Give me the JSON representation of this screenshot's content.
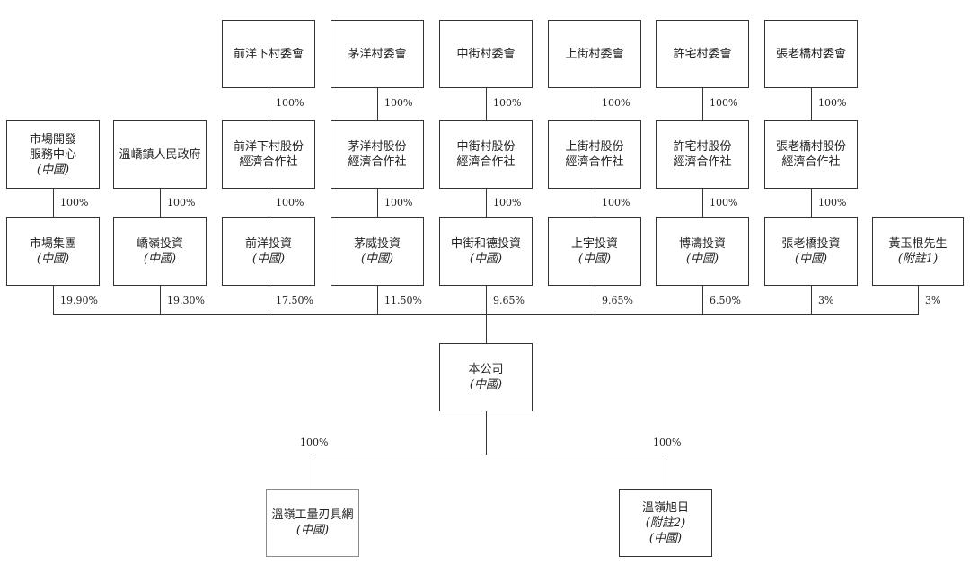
{
  "top_row": [
    {
      "name": "前洋下村委會"
    },
    {
      "name": "茅洋村委會"
    },
    {
      "name": "中街村委會"
    },
    {
      "name": "上街村委會"
    },
    {
      "name": "許宅村委會"
    },
    {
      "name": "張老橋村委會"
    }
  ],
  "top_pcts": [
    "100%",
    "100%",
    "100%",
    "100%",
    "100%",
    "100%"
  ],
  "second_row": [
    {
      "line1": "市場開發",
      "line2": "服務中心",
      "sub": "(中國)"
    },
    {
      "line1": "溫嶠鎮人民政府",
      "line2": "",
      "sub": ""
    },
    {
      "line1": "前洋下村股份",
      "line2": "經濟合作社",
      "sub": ""
    },
    {
      "line1": "茅洋村股份",
      "line2": "經濟合作社",
      "sub": ""
    },
    {
      "line1": "中街村股份",
      "line2": "經濟合作社",
      "sub": ""
    },
    {
      "line1": "上街村股份",
      "line2": "經濟合作社",
      "sub": ""
    },
    {
      "line1": "許宅村股份",
      "line2": "經濟合作社",
      "sub": ""
    },
    {
      "line1": "張老橋村股份",
      "line2": "經濟合作社",
      "sub": ""
    }
  ],
  "second_pcts": [
    "100%",
    "100%",
    "100%",
    "100%",
    "100%",
    "100%",
    "100%",
    "100%"
  ],
  "shareholders": [
    {
      "name": "市場集團",
      "sub": "(中國)",
      "pct": "19.90%"
    },
    {
      "name": "嶠嶺投資",
      "sub": "(中國)",
      "pct": "19.30%"
    },
    {
      "name": "前洋投資",
      "sub": "(中國)",
      "pct": "17.50%"
    },
    {
      "name": "茅威投資",
      "sub": "(中國)",
      "pct": "11.50%"
    },
    {
      "name": "中街和德投資",
      "sub": "(中國)",
      "pct": "9.65%"
    },
    {
      "name": "上宇投資",
      "sub": "(中國)",
      "pct": "9.65%"
    },
    {
      "name": "博濤投資",
      "sub": "(中國)",
      "pct": "6.50%"
    },
    {
      "name": "張老橋投資",
      "sub": "(中國)",
      "pct": "3%"
    },
    {
      "name": "黃玉根先生",
      "sub": "(附註1)",
      "pct": "3%"
    }
  ],
  "company": {
    "name": "本公司",
    "sub": "(中國)"
  },
  "subsidiaries": [
    {
      "name": "溫嶺工量刃具網",
      "sub": "(中國)",
      "sub2": "",
      "pct": "100%"
    },
    {
      "name": "溫嶺旭日",
      "sub": "(附註2)",
      "sub2": "(中國)",
      "pct": "100%"
    }
  ]
}
